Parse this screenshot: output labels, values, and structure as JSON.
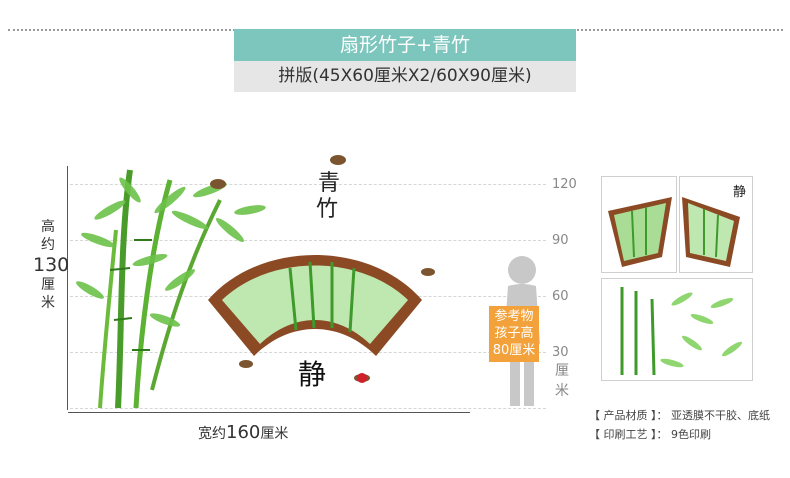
{
  "header": {
    "title": "扇形竹子+青竹",
    "subtitle": "拼版(45X60厘米X2/60X90厘米)"
  },
  "height_label": {
    "top": "高",
    "mid": "约",
    "num": "130",
    "unit": "厘",
    "unit2": "米"
  },
  "width_label": {
    "pre": "宽约",
    "num": "160",
    "unit": "厘米"
  },
  "scale": {
    "ticks": [
      "120",
      "90",
      "60",
      "30"
    ],
    "unit_top": "厘",
    "unit_bot": "米"
  },
  "reference": {
    "line1": "参考物",
    "line2": "孩子高",
    "line3": "80厘米"
  },
  "artwork": {
    "title_top": "青",
    "title_bot": "竹",
    "seal": "静",
    "corner": "静"
  },
  "materials": {
    "line1": "【 产品材质 】：  亚透膜不干胶、底纸",
    "line2": "【 印刷工艺 】：  9色印刷"
  },
  "colors": {
    "accent": "#7cc6be",
    "orange": "#f3a13b",
    "bamboo": "#4caf3a",
    "frame": "#8b4a24"
  }
}
